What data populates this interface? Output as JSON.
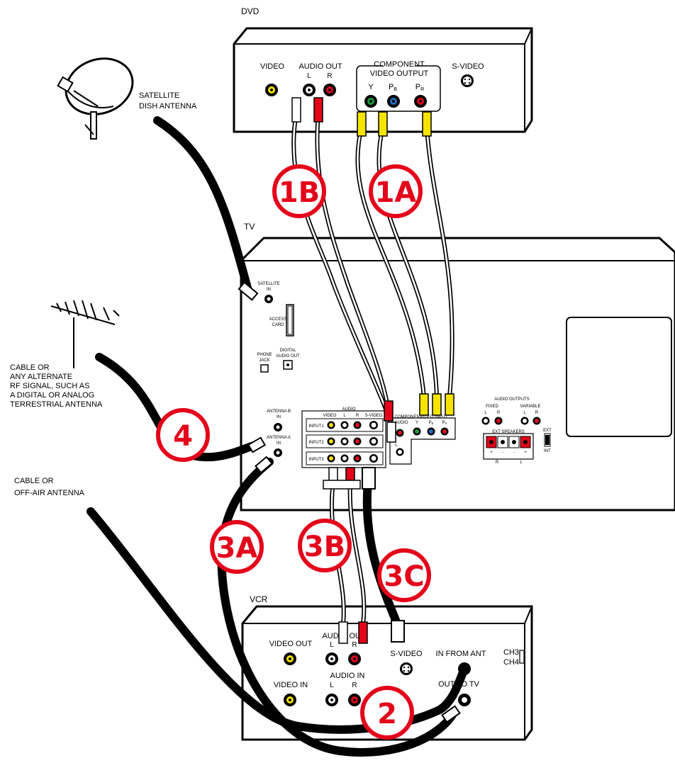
{
  "dvd": {
    "title": "DVD",
    "video": "VIDEO",
    "audio_out": "AUDIO OUT",
    "l": "L",
    "r": "R",
    "component_line1": "COMPONENT",
    "component_line2": "VIDEO OUTPUT",
    "y": "Y",
    "pb": "P",
    "pb_sub": "B",
    "pr": "P",
    "pr_sub": "R",
    "svideo": "S-VIDEO"
  },
  "satellite": {
    "line1": "SATELLITE",
    "line2": "DISH ANTENNA"
  },
  "tv": {
    "title": "TV",
    "satellite_in_1": "SATELLITE",
    "satellite_in_2": "IN",
    "access_1": "ACCESS",
    "access_2": "CARD",
    "phone_1": "PHONE",
    "phone_2": "JACK",
    "digital_1": "DIGITAL",
    "digital_2": "AUDIO OUT",
    "antenna_b_1": "ANTENNA B",
    "antenna_b_2": "IN",
    "antenna_a_1": "ANTENNA A",
    "antenna_a_2": "IN",
    "audio": "AUDIO",
    "video": "VIDEO",
    "l": "L",
    "r": "R",
    "svideo": "S-VIDEO",
    "input1": "INPUT1",
    "input2": "INPUT2",
    "input3": "INPUT3",
    "component": "COMPONENT",
    "audio_small": "AUDIO",
    "video_input": "VIDEO INPUT",
    "y": "Y",
    "pb": "P",
    "pb_sub": "B",
    "pr": "P",
    "pr_sub": "R",
    "audio_outputs": "AUDIO OUTPUTS",
    "fixed": "FIXED",
    "variable": "VARIABLE",
    "ext_speakers": "EXT SPEAKERS",
    "ext": "EXT",
    "int": "INT",
    "plus": "+",
    "minus": "-"
  },
  "antenna_label": {
    "line1": "CABLE OR",
    "line2": "ANY ALTERNATE",
    "line3": "RF SIGNAL, SUCH AS",
    "line4": "A DIGITAL OR ANALOG",
    "line5": "TERRESTRIAL ANTENNA"
  },
  "cable_label": {
    "line1": "CABLE OR",
    "line2": "OFF-AIR ANTENNA"
  },
  "vcr": {
    "title": "VCR",
    "video_out": "VIDEO OUT",
    "audio_out": "AUDIO OUT",
    "l": "L",
    "r": "R",
    "svideo": "S-VIDEO",
    "in_from_ant": "IN FROM ANT",
    "ch3": "CH3",
    "ch4": "CH4",
    "video_in": "VIDEO IN",
    "audio_in": "AUDIO IN",
    "out_to_tv": "OUT TO TV"
  },
  "badges": {
    "b1b": "1B",
    "b1a": "1A",
    "b4": "4",
    "b3a": "3A",
    "b3b": "3B",
    "b3c": "3C",
    "b2": "2"
  },
  "colors": {
    "badge": "#e3051b",
    "yellow": "#f5e400",
    "red": "#e3051b",
    "green": "#1e9b3c",
    "blue": "#1f6fc4",
    "white": "#ffffff"
  }
}
